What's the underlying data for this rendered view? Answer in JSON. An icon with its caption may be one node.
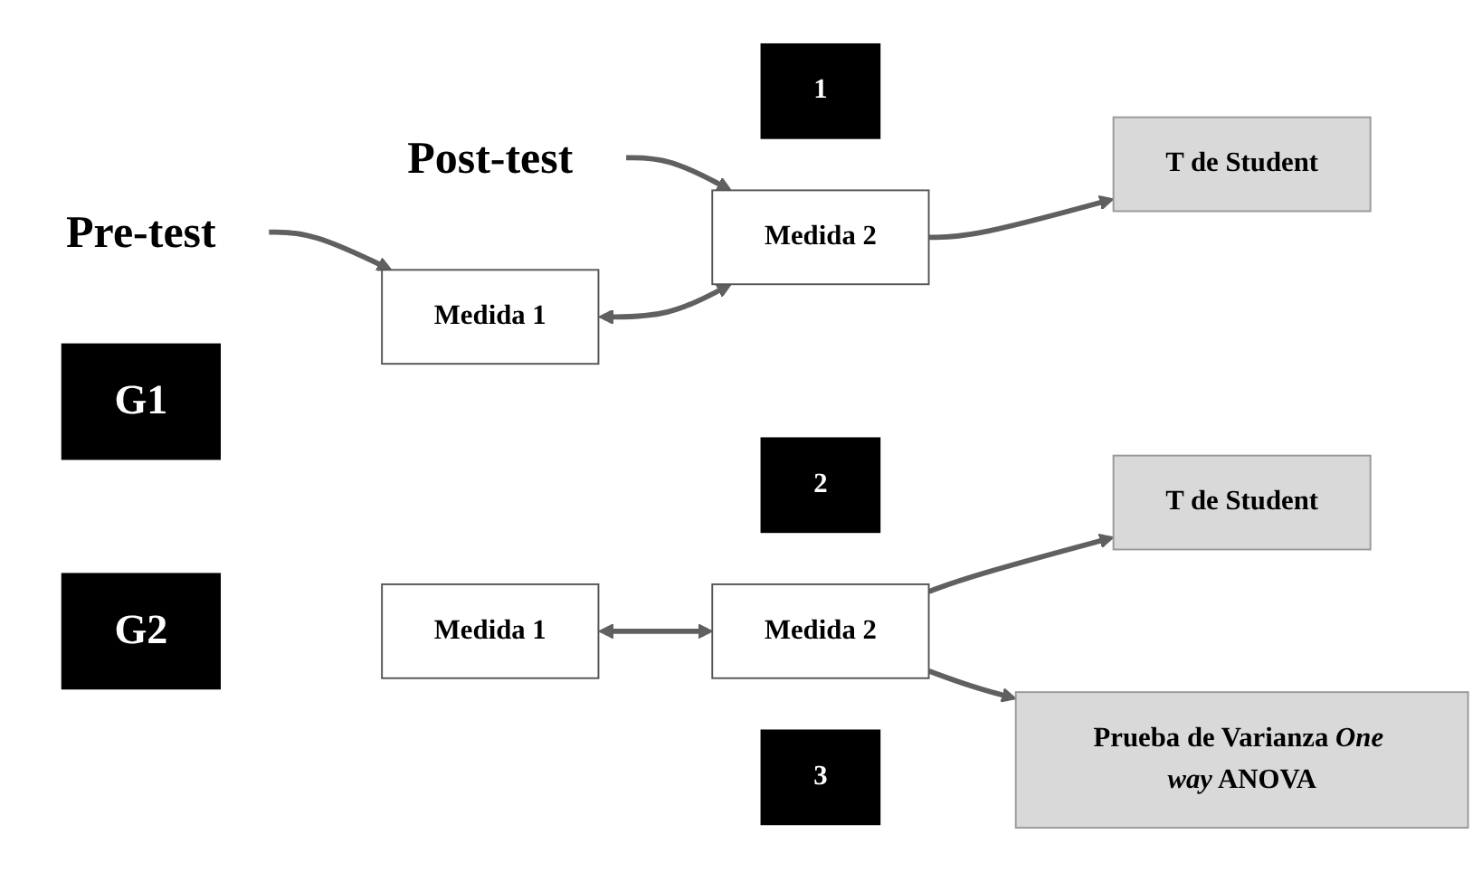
{
  "diagram": {
    "nodes": [
      {
        "text": [
          "Pre-test"
        ]
      },
      {
        "text": [
          "Post-test"
        ]
      },
      {
        "text": [
          "1"
        ]
      },
      {
        "text": [
          "G1"
        ]
      },
      {
        "text": [
          "Medida 1"
        ]
      },
      {
        "text": [
          "Medida 2"
        ]
      },
      {
        "text": [
          "T de Student"
        ]
      },
      {
        "text": [
          "2"
        ]
      },
      {
        "text": [
          "G2"
        ]
      },
      {
        "text": [
          "Medida 1"
        ]
      },
      {
        "text": [
          "Medida 2"
        ]
      },
      {
        "text": [
          "T de Student"
        ]
      },
      {
        "text": [
          "3"
        ]
      },
      {
        "text": [
          "Prueba de Varianza *One way* ANOVA"
        ]
      }
    ],
    "edges": [
      {
        "from": 0,
        "to": 4,
        "arrow": "to"
      },
      {
        "from": 1,
        "to": 5,
        "arrow": "to"
      },
      {
        "from": 4,
        "to": 5,
        "arrow": "both"
      },
      {
        "from": 5,
        "to": 6,
        "arrow": "to"
      },
      {
        "from": 9,
        "to": 10,
        "arrow": "both"
      },
      {
        "from": 10,
        "to": 11,
        "arrow": "to"
      },
      {
        "from": 10,
        "to": 13,
        "arrow": "to"
      }
    ]
  }
}
